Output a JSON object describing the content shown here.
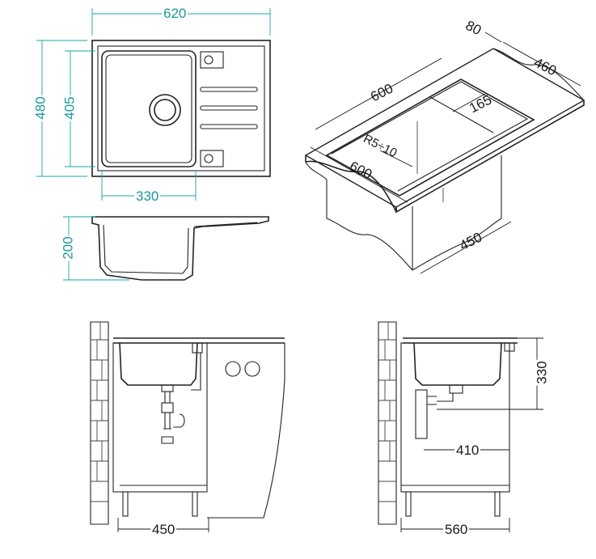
{
  "colors": {
    "dimension_teal": "#1a9a9a",
    "line": "#222222",
    "background": "#ffffff"
  },
  "top_view": {
    "width": "620",
    "height": "480",
    "inner_height": "405",
    "bowl_width": "330"
  },
  "side_view": {
    "depth": "200"
  },
  "iso_view": {
    "top_length": "600",
    "front_length": "600",
    "offset": "80",
    "depth": "460",
    "inset": "165",
    "radius": "R5÷10",
    "cabinet_depth": "450"
  },
  "front_install": {
    "cabinet_width": "450"
  },
  "side_install": {
    "height": "330",
    "drain_offset": "410",
    "cabinet_depth": "560"
  }
}
